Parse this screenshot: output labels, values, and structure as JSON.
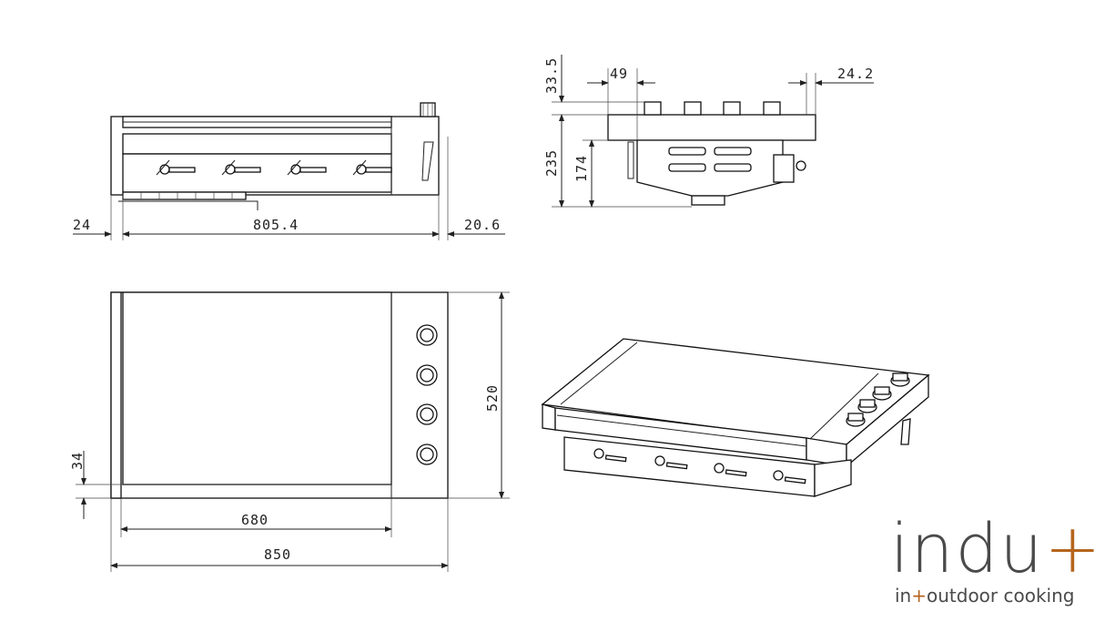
{
  "dimensions": {
    "front_left": "24",
    "front_width": "805.4",
    "front_right": "20.6",
    "side_top": "33.5",
    "side_offset": "49",
    "side_right": "24.2",
    "side_total": "235",
    "side_body": "174",
    "top_depth": "520",
    "top_small": "34",
    "top_inner": "680",
    "top_total": "850"
  },
  "logo": {
    "main_a": "indu",
    "plus": "+",
    "sub_a": "in",
    "sub_b": "outdoor cooking",
    "text_color": "#4a4a4a",
    "accent_color": "#b5651d"
  }
}
